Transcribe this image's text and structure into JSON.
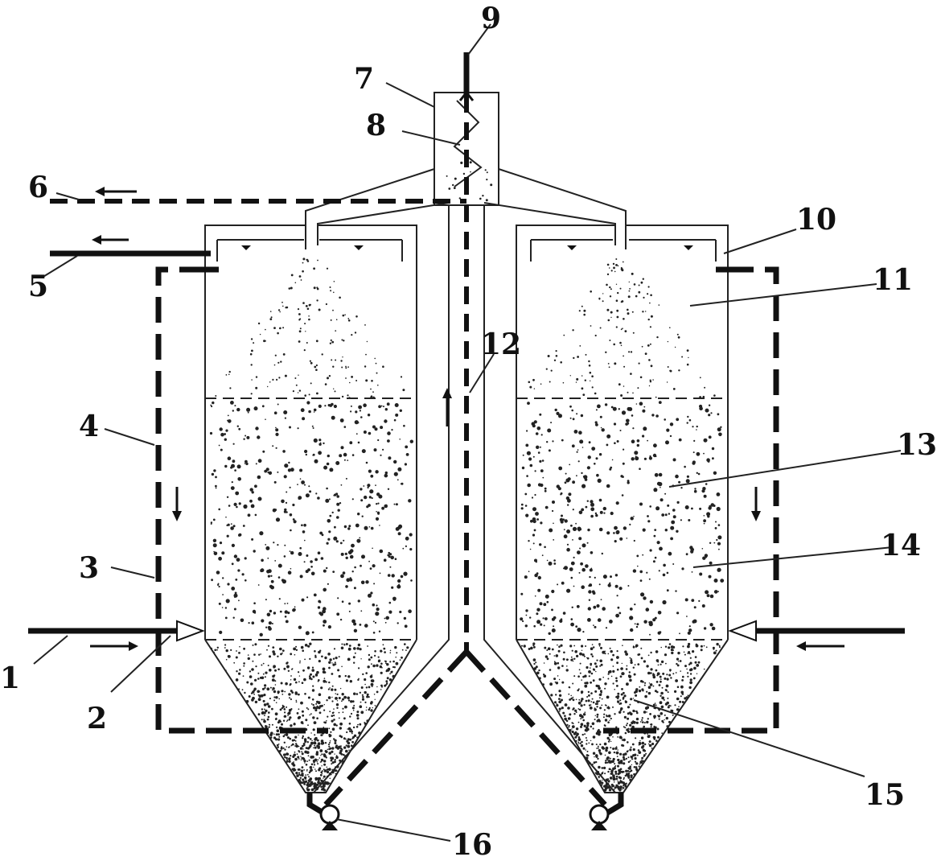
{
  "diagram": {
    "labels": [
      {
        "id": "1",
        "text": "1"
      },
      {
        "id": "2",
        "text": "2"
      },
      {
        "id": "3",
        "text": "3"
      },
      {
        "id": "4",
        "text": "4"
      },
      {
        "id": "5",
        "text": "5"
      },
      {
        "id": "6",
        "text": "6"
      },
      {
        "id": "7",
        "text": "7"
      },
      {
        "id": "8",
        "text": "8"
      },
      {
        "id": "9",
        "text": "9"
      },
      {
        "id": "10",
        "text": "10"
      },
      {
        "id": "11",
        "text": "11"
      },
      {
        "id": "12",
        "text": "12"
      },
      {
        "id": "13",
        "text": "13"
      },
      {
        "id": "14",
        "text": "14"
      },
      {
        "id": "15",
        "text": "15"
      },
      {
        "id": "16",
        "text": "16"
      }
    ],
    "colors": {
      "line": "#111111",
      "background": "#ffffff"
    }
  }
}
